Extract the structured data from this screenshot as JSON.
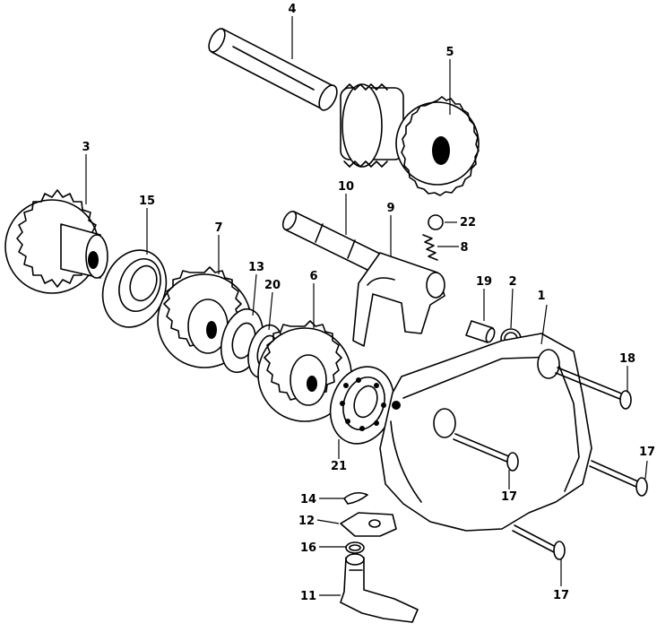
{
  "callouts": [
    {
      "id": "c1",
      "label": "1"
    },
    {
      "id": "c2",
      "label": "2"
    },
    {
      "id": "c3",
      "label": "3"
    },
    {
      "id": "c4",
      "label": "4"
    },
    {
      "id": "c5",
      "label": "5"
    },
    {
      "id": "c6",
      "label": "6"
    },
    {
      "id": "c7",
      "label": "7"
    },
    {
      "id": "c8",
      "label": "8"
    },
    {
      "id": "c9",
      "label": "9"
    },
    {
      "id": "c10",
      "label": "10"
    },
    {
      "id": "c11",
      "label": "11"
    },
    {
      "id": "c12",
      "label": "12"
    },
    {
      "id": "c13",
      "label": "13"
    },
    {
      "id": "c14",
      "label": "14"
    },
    {
      "id": "c15",
      "label": "15"
    },
    {
      "id": "c16",
      "label": "16"
    },
    {
      "id": "c17a",
      "label": "17"
    },
    {
      "id": "c17b",
      "label": "17"
    },
    {
      "id": "c17c",
      "label": "17"
    },
    {
      "id": "c18",
      "label": "18"
    },
    {
      "id": "c19",
      "label": "19"
    },
    {
      "id": "c20",
      "label": "20"
    },
    {
      "id": "c21",
      "label": "21"
    },
    {
      "id": "c22",
      "label": "22"
    }
  ]
}
